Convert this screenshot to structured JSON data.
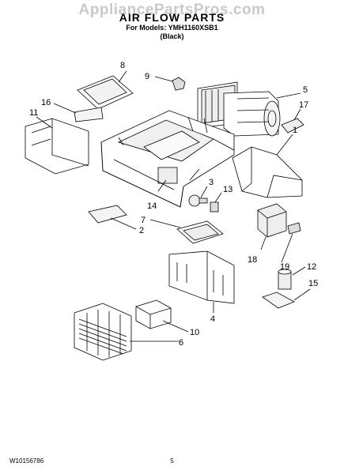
{
  "watermark": "AppliancePartsPros.com",
  "title": "AIR FLOW PARTS",
  "subtitle": "For Models: YMH1160XSB1",
  "subtitle2": "(Black)",
  "document_number": "W10156786",
  "page_number": "5",
  "callouts": {
    "c1": "1",
    "c2": "2",
    "c3": "3",
    "c4": "4",
    "c5": "5",
    "c6": "6",
    "c7": "7",
    "c8": "8",
    "c9": "9",
    "c10": "10",
    "c11": "11",
    "c12": "12",
    "c13": "13",
    "c14": "14",
    "c15": "15",
    "c16": "16",
    "c17": "17",
    "c18": "18",
    "c19": "19"
  }
}
